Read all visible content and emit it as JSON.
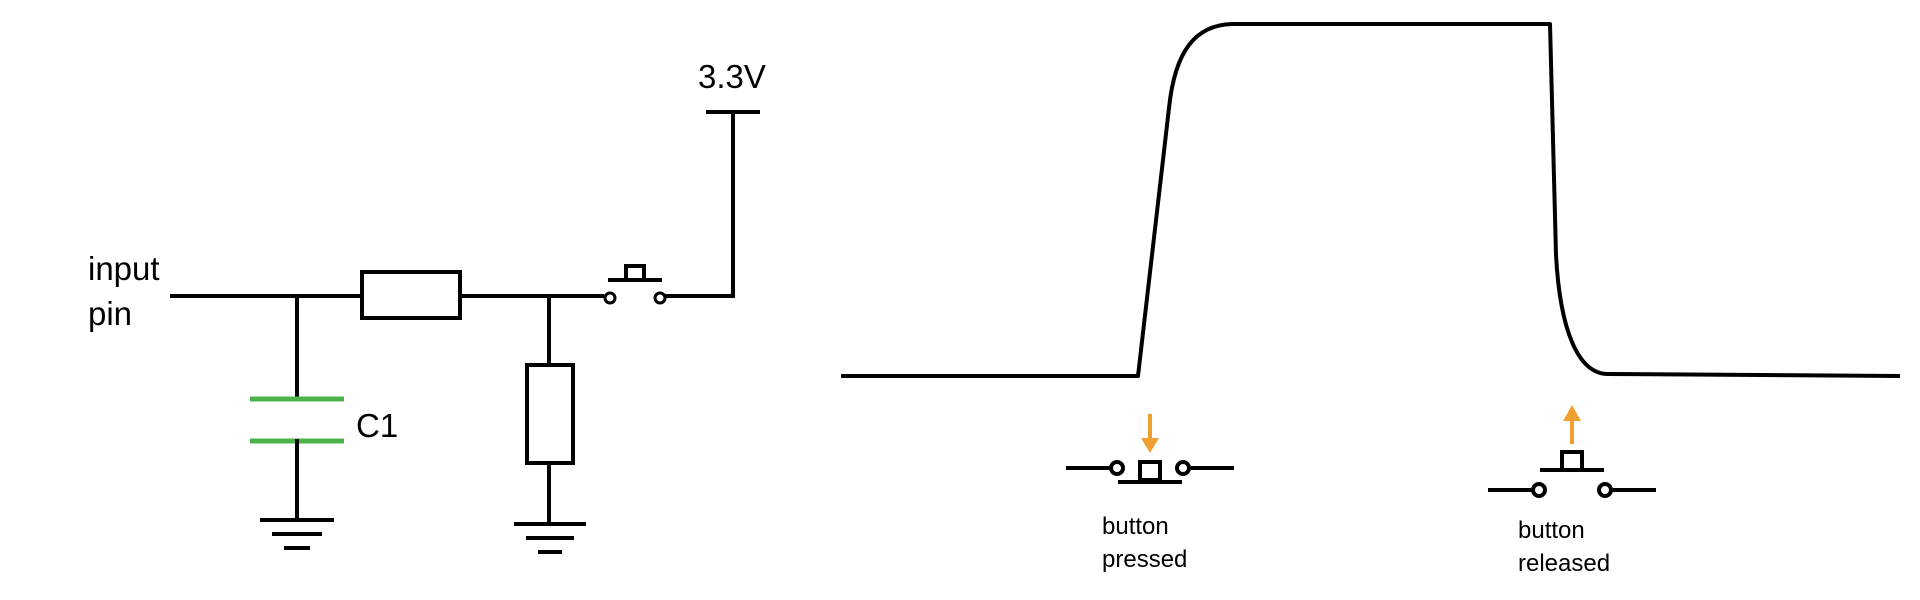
{
  "circuit": {
    "input_label_line1": "input",
    "input_label_line2": "pin",
    "capacitor_label": "C1",
    "supply_label": "3.3V",
    "capacitor_color": "#4cb34a"
  },
  "waveform": {
    "pressed_label_line1": "button",
    "pressed_label_line2": "pressed",
    "released_label_line1": "button",
    "released_label_line2": "released",
    "arrow_color": "#f0a030",
    "pressed_arrow_icon": "arrow-down-icon",
    "released_arrow_icon": "arrow-up-icon"
  }
}
